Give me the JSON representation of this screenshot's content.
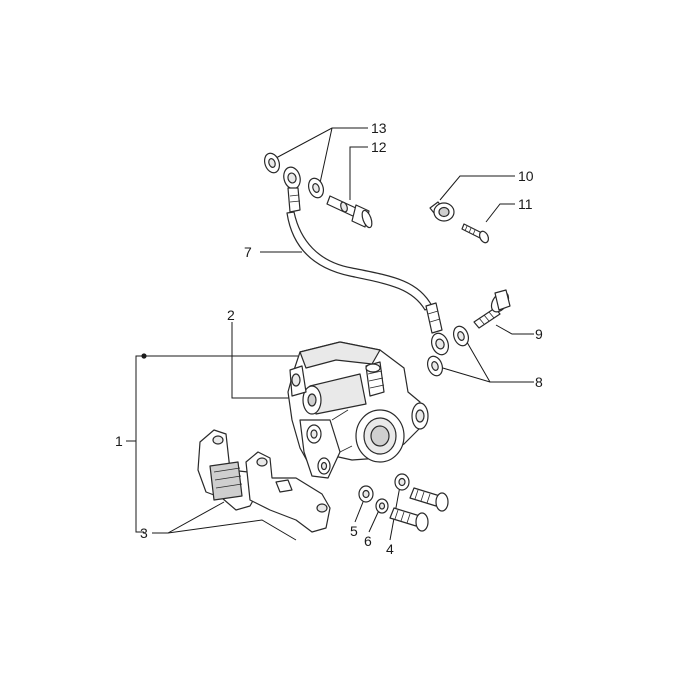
{
  "diagram": {
    "callouts": [
      {
        "id": "label-1",
        "text": "1"
      },
      {
        "id": "label-2",
        "text": "2"
      },
      {
        "id": "label-3",
        "text": "3"
      },
      {
        "id": "label-4",
        "text": "4"
      },
      {
        "id": "label-5",
        "text": "5"
      },
      {
        "id": "label-6",
        "text": "6"
      },
      {
        "id": "label-7",
        "text": "7"
      },
      {
        "id": "label-8",
        "text": "8"
      },
      {
        "id": "label-9",
        "text": "9"
      },
      {
        "id": "label-10",
        "text": "10"
      },
      {
        "id": "label-11",
        "text": "11"
      },
      {
        "id": "label-12",
        "text": "12"
      },
      {
        "id": "label-13",
        "text": "13"
      }
    ],
    "colors": {
      "line": "#1a1a1a",
      "part_fill": "#ffffff",
      "shade": "#cfcfcf",
      "background": "#ffffff"
    }
  }
}
